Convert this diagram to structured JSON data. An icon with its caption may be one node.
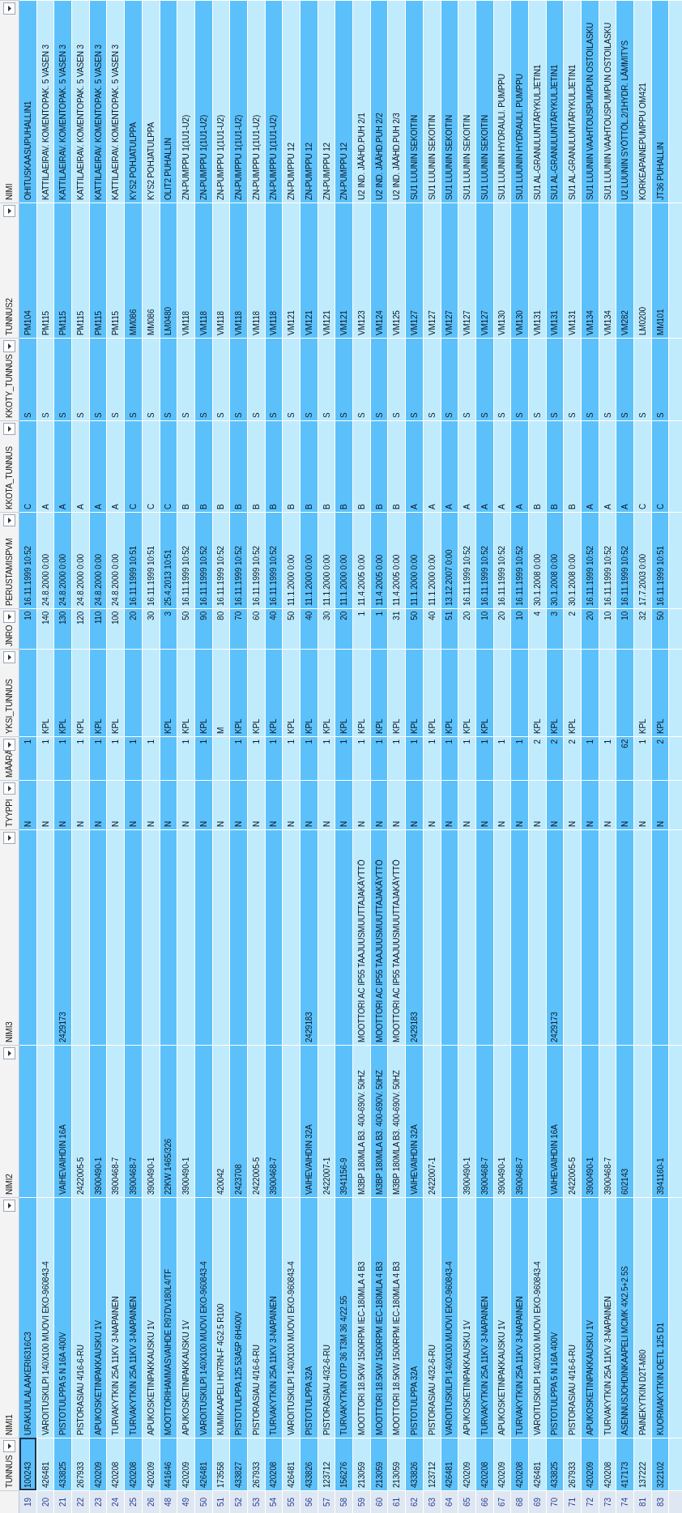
{
  "diagram": {
    "labels": [
      "TUNNUS",
      "NIMI1",
      "NIMI2",
      "NIMI3",
      "TYYPPI",
      "MÄÄRÄ",
      "YKSI_TUNNUS",
      "JNRO",
      "PERUSTAMISPVM",
      "KKOTA_TUNNUS",
      "KKOTY_TUNNUS",
      "TUNNUS2",
      "NIMI",
      "19",
      "100243",
      "URAKUULALAAKERI6316C3",
      "N",
      "1",
      "10",
      "16.11.1999 10:52",
      "C",
      "S",
      "PM104",
      "OHITUSKAASUPUHALLIN1",
      "20",
      "426481",
      "VAROITUSKILPI 140X100 MUOVI EKO-960843-4",
      "N",
      "1",
      "KPL",
      "140",
      "24.8.2000 0:00",
      "A",
      "S",
      "PM115",
      "KATTILAEIRAV. KOMENTOPAK. 5 VASEN 3",
      "21",
      "433825",
      "PISTOTULPPA 5 N 16A 400V",
      "VAIHEVAIHDIN 16A",
      "2429173",
      "N",
      "1",
      "KPL",
      "130",
      "24.8.2000 0:00",
      "A",
      "S",
      "PM115",
      "KATTILAEIRAV. KOMENTOPAK. 5 VASEN 3",
      "22",
      "267933",
      "PISTORASIAU 4/16-6-RU",
      "2422005-5",
      "N",
      "1",
      "KPL",
      "120",
      "24.8.2000 0:00",
      "A",
      "S",
      "PM115",
      "KATTILAEIRAV. KOMENTOPAK. 5 VASEN 3",
      "23",
      "420209",
      "APUKOSKETINPAKKAUSKU 1V",
      "3900490-1",
      "N",
      "1",
      "KPL",
      "110",
      "24.8.2000 0:00",
      "A",
      "S",
      "PM115",
      "KATTILAEIRAV. KOMENTOPAK. 5 VASEN 3",
      "24",
      "420208",
      "TURVAKYTKIN 25A 11KV 3-NAPAINEN",
      "3900468-7",
      "N",
      "1",
      "KPL",
      "100",
      "24.8.2000 0:00",
      "A",
      "S",
      "PM115",
      "KATTILAEIRAV. KOMENTOPAK. 5 VASEN 3",
      "25",
      "420208",
      "TURVAKYTKIN 25A 11KV 3-NAPAINEN",
      "3900468-7",
      "N",
      "1",
      "20",
      "16.11.1999 10:51",
      "C",
      "S",
      "MM086",
      "KYS2 POHJATULPPA",
      "26",
      "420209",
      "APUKOSKETINPAKKAUSKU 1V",
      "3900490-1",
      "N",
      "1",
      "30",
      "16.11.1999 10:51",
      "C",
      "S",
      "MM086",
      "KYS2 POHJATULPPA",
      "48",
      "441646",
      "MOOTTORIHAMMASVAIHDE R97DV180L4/TF",
      "22KW 1465/326",
      "N",
      "KPL",
      "3",
      "25.4.2013 10:51",
      "C",
      "S",
      "LM0480",
      "OLIT2 PUHALLIN",
      "49",
      "420209",
      "APUKOSKETINPAKKAUSKU 1V",
      "3900490-1",
      "N",
      "1",
      "KPL",
      "50",
      "16.11.1999 10:52",
      "B",
      "S",
      "VM118",
      "ZN-PUMPPU 1(1U1-U2)",
      "50",
      "426481",
      "VAROITUSKILPI 140X100 MUOVI EKO-960843-4",
      "N",
      "1",
      "KPL",
      "90",
      "16.11.1999 10:52",
      "B",
      "S",
      "VM118",
      "ZN-PUMPPU 1(1U1-U2)",
      "51",
      "173558",
      "KUMIKAAPELI H07RN-F 4G2.5 R100",
      "420042",
      "N",
      "M",
      "80",
      "16.11.1999 10:52",
      "B",
      "S",
      "VM118",
      "ZN-PUMPPU 1(1U1-U2)",
      "52",
      "433827",
      "PISTOTULPPA 125 53A5P 6H400V",
      "2423708",
      "N",
      "1",
      "KPL",
      "70",
      "16.11.1999 10:52",
      "B",
      "S",
      "VM118",
      "ZN-PUMPPU 1(1U1-U2)",
      "53",
      "267933",
      "PISTORASIAU 4/16-6-RU",
      "2422005-5",
      "N",
      "1",
      "KPL",
      "60",
      "16.11.1999 10:52",
      "B",
      "S",
      "VM118",
      "ZN-PUMPPU 1(1U1-U2)",
      "54",
      "420208",
      "TURVAKYTKIN 25A 11KV 3-NAPAINEN",
      "3900468-7",
      "N",
      "1",
      "KPL",
      "40",
      "16.11.1999 10:52",
      "B",
      "S",
      "VM118",
      "ZN-PUMPPU 1(1U1-U2)",
      "55",
      "426481",
      "VAROITUSKILPI 140X100 MUOVI EKO-960843-4",
      "N",
      "1",
      "KPL",
      "50",
      "11.1.2000 0:00",
      "B",
      "S",
      "VM121",
      "ZN-PUMPPU 12",
      "56",
      "433826",
      "PISTOTULPPA 32A",
      "VAIHEVAIHDIN 32A",
      "2429183",
      "N",
      "1",
      "KPL",
      "40",
      "11.1.2000 0:00",
      "B",
      "S",
      "VM121",
      "ZN-PUMPPU 12",
      "57",
      "123712",
      "PISTORASIAU 4/32-6-RU",
      "2422007-1",
      "N",
      "1",
      "KPL",
      "30",
      "11.1.2000 0:00",
      "B",
      "S",
      "VM121",
      "ZN-PUMPPU 12",
      "58",
      "156276",
      "TURVAKYTKIN OTP 36 T3M 36 4/22.55",
      "3941156-9",
      "N",
      "1",
      "KPL",
      "20",
      "11.1.2000 0:00",
      "B",
      "S",
      "VM121",
      "ZN-PUMPPU 12",
      "59",
      "213059",
      "MOOTTORI 18.5KW 1500RPM IEC-180MLA 4 B3",
      "M3BP 180MLA B3. 400-690V. 50HZ",
      "MOOTTORI AC IP55 TAAJUUSMUUTTAJAKÄYTTÖ",
      "N",
      "1",
      "KPL",
      "1",
      "11.4.2005 0:00",
      "B",
      "S",
      "VM123",
      "U2 IND. JÄÄHD.PUH 2/1",
      "60",
      "213059",
      "MOOTTORI 18.5KW 1500RPM IEC-180MLA 4 B3",
      "M3BP 180MLA B3. 400-690V. 50HZ",
      "MOOTTORI AC IP55 TAAJUUSMUUTTAJAKÄYTTÖ",
      "N",
      "1",
      "KPL",
      "1",
      "11.4.2005 0:00",
      "B",
      "S",
      "VM124",
      "U2 IND. JÄÄHD.PUH 2/2",
      "61",
      "213059",
      "MOOTTORI 18.5KW 1500RPM IEC-180MLA 4 B3",
      "M3BP 180MLA B3. 400-690V. 50HZ",
      "MOOTTORI AC IP55 TAAJUUSMUUTTAJAKÄYTTÖ",
      "N",
      "1",
      "KPL",
      "31",
      "11.4.2005 0:00",
      "B",
      "S",
      "VM125",
      "U2 IND. JÄÄHD.PUH 2/3",
      "62",
      "433826",
      "PISTOTULPPA 32A",
      "VAIHEVAIHDIN 32A",
      "2429183",
      "N",
      "1",
      "KPL",
      "50",
      "11.1.2000 0:00",
      "A",
      "S",
      "VM127",
      "SU1 LUUNIN SEKOITIN",
      "63",
      "123712",
      "PISTORASIAU 4/32-6-RU",
      "2422007-1",
      "N",
      "1",
      "KPL",
      "40",
      "11.1.2000 0:00",
      "A",
      "S",
      "VM127",
      "SU1 LUUNIN SEKOITIN",
      "64",
      "426481",
      "VAROITUSKILPI 140X100 MUOVI EKO-960843-4",
      "N",
      "1",
      "KPL",
      "51",
      "13.12.2007 0:00",
      "A",
      "S",
      "VM127",
      "SU1 LUUNIN SEKOITIN",
      "65",
      "420209",
      "APUKOSKETINPAKKAUSKU 1V",
      "3900490-1",
      "N",
      "1",
      "KPL",
      "20",
      "16.11.1999 10:52",
      "A",
      "S",
      "VM127",
      "SU1 LUUNIN SEKOITIN",
      "66",
      "420208",
      "TURVAKYTKIN 25A 11KV 3-NAPAINEN",
      "3900468-7",
      "N",
      "1",
      "KPL",
      "10",
      "16.11.1999 10:52",
      "A",
      "S",
      "VM127",
      "SU1 LUUNIN SEKOITIN",
      "67",
      "420209",
      "APUKOSKETINPAKKAUSKU 1V",
      "3900490-1",
      "N",
      "1",
      "20",
      "16.11.1999 10:52",
      "A",
      "S",
      "VM130",
      "SU1 LUUNIN HYDRAULI. PUMPPU",
      "68",
      "420208",
      "TURVAKYTKIN 25A 11KV 3-NAPAINEN",
      "3900468-7",
      "N",
      "1",
      "10",
      "16.11.1999 10:52",
      "A",
      "S",
      "VM130",
      "SU1 LUUNIN HYDRAULI. PUMPPU",
      "69",
      "426481",
      "VAROITUSKILPI 140X100 MUOVI EKO-960843-4",
      "N",
      "2",
      "KPL",
      "4",
      "30.1.2008 0:00",
      "B",
      "S",
      "VM131",
      "SU1 AL-GRANULUNTÄRYKULJETIN1",
      "70",
      "433825",
      "PISTOTULPPA 5 N 16A 400V",
      "VAIHEVAIHDIN 16A",
      "2429173",
      "N",
      "2",
      "KPL",
      "3",
      "30.1.2008 0:00",
      "B",
      "S",
      "VM131",
      "SU1 AL-GRANULUNTÄRYKULJETIN1",
      "71",
      "267933",
      "PISTORASIAU 4/16-6-RU",
      "2422005-5",
      "N",
      "2",
      "KPL",
      "2",
      "30.1.2008 0:00",
      "B",
      "S",
      "VM131",
      "SU1 AL-GRANULUNTÄRYKULJETIN1",
      "72",
      "420209",
      "APUKOSKETINPAKKAUSKU 1V",
      "3900490-1",
      "N",
      "1",
      "20",
      "16.11.1999 10:52",
      "A",
      "S",
      "VM134",
      "SU1 LUUNIN VAAHTOUSPUMPUN OSTOILASKU",
      "73",
      "420208",
      "TURVAKYTKIN 25A 11KV 3-NAPAINEN",
      "3900468-7",
      "N",
      "1",
      "10",
      "16.11.1999 10:52",
      "A",
      "S",
      "VM134",
      "SU1 LUUNIN VAAHTOUSPUMPUN OSTOILASKU",
      "74",
      "417173",
      "ASENNUSJOHDINKAAPELI MCMK 4X2.5+2.5S",
      "602143",
      "N",
      "62",
      "10",
      "16.11.1999 10:52",
      "A",
      "S",
      "VM282",
      "U2 LUUNIN SYÖTTÖL.2/1HYDR. LÄMMITYS",
      "81",
      "137222",
      "PAINEKYTKIN D2T-M80",
      "N",
      "1",
      "KPL",
      "32",
      "17.7.2003 0:00",
      "C",
      "S",
      "LM0200",
      "KORKEAPAINEPUMPPU OM421",
      "83",
      "322102",
      "KUORMAKYTKIN OETL 125 D1",
      "3941160-1",
      "N",
      "2",
      "KPL",
      "50",
      "16.11.1999 10:51",
      "C",
      "S",
      "MM101",
      "JT36 PUHALLIN"
    ]
  }
}
